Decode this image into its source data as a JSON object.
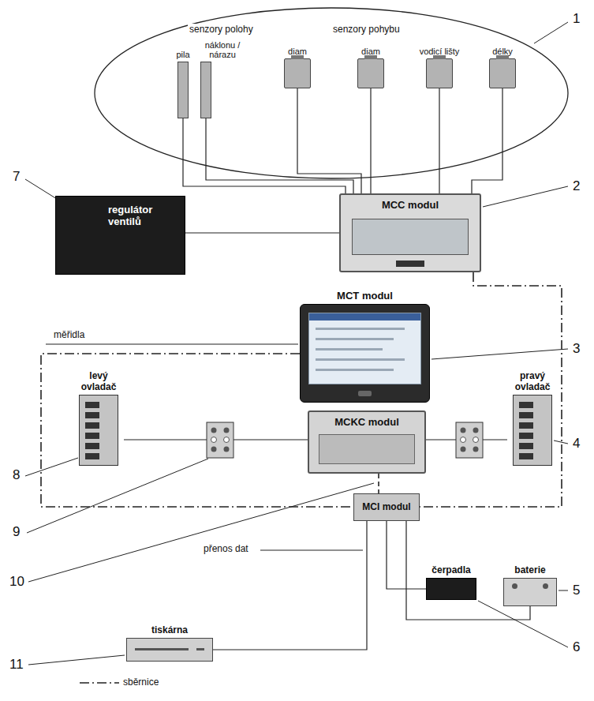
{
  "diagram": {
    "nodes": [
      {
        "text": [
          "pila"
        ]
      },
      {
        "text": [
          "náklonu / nárazu"
        ]
      },
      {
        "text": [
          "diam"
        ]
      },
      {
        "text": [
          "diam"
        ]
      },
      {
        "text": [
          "vodicí lišty"
        ]
      },
      {
        "text": [
          "délky"
        ]
      },
      {
        "text": [
          "regulátor ventilů"
        ]
      },
      {
        "text": [
          "MCC modul"
        ]
      },
      {
        "text": [
          "MCT modul"
        ]
      },
      {
        "text": [
          "levý ovladač"
        ]
      },
      {
        "text": [
          "pravý ovladač"
        ]
      },
      {
        "text": [
          "MCKC modul"
        ]
      },
      {
        "text": [
          "MCI modul"
        ]
      },
      {
        "text": [
          "čerpadla"
        ]
      },
      {
        "text": [
          "baterie"
        ]
      },
      {
        "text": [
          "tiskárna"
        ]
      }
    ],
    "edges": [
      {
        "from": 0,
        "to": 7,
        "arrow": "none"
      },
      {
        "from": 1,
        "to": 7,
        "arrow": "none"
      },
      {
        "from": 2,
        "to": 7,
        "arrow": "none"
      },
      {
        "from": 3,
        "to": 7,
        "arrow": "none"
      },
      {
        "from": 4,
        "to": 7,
        "arrow": "none"
      },
      {
        "from": 5,
        "to": 7,
        "arrow": "none"
      },
      {
        "from": 6,
        "to": 7,
        "arrow": "none"
      },
      {
        "from": 7,
        "to": 12,
        "arrow": "none"
      },
      {
        "from": 8,
        "to": 12,
        "arrow": "none"
      },
      {
        "from": 9,
        "to": 11,
        "arrow": "none"
      },
      {
        "from": 10,
        "to": 11,
        "arrow": "none"
      },
      {
        "from": 11,
        "to": 12,
        "arrow": "none"
      },
      {
        "from": 12,
        "to": 13,
        "arrow": "none"
      },
      {
        "from": 12,
        "to": 14,
        "arrow": "none"
      },
      {
        "from": 12,
        "to": 15,
        "arrow": "none"
      }
    ],
    "labels": [
      "senzory polohy",
      "senzory pohybu",
      "měřidla",
      "přenos dat",
      "1",
      "2",
      "3",
      "4",
      "5",
      "6",
      "7",
      "8",
      "9",
      "10",
      "11"
    ],
    "legend": [
      {
        "text": "sběrnice"
      }
    ]
  }
}
